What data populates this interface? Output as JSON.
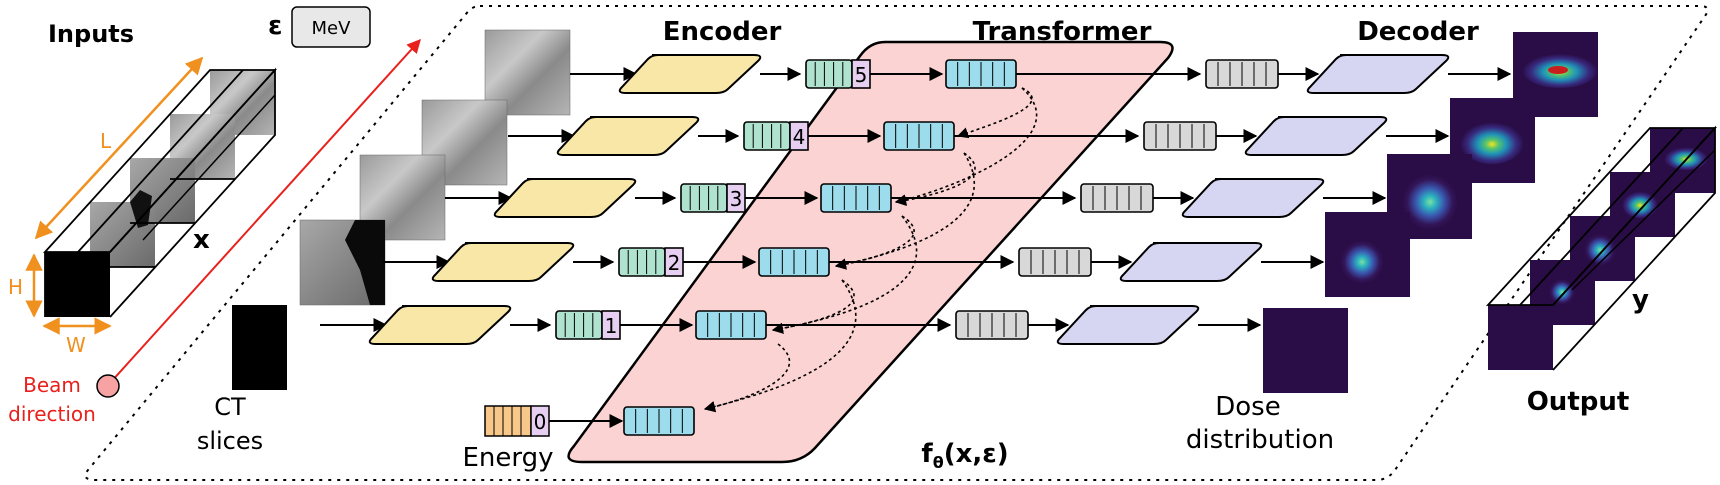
{
  "labels": {
    "inputs": "Inputs",
    "energy_symbol": "ε",
    "energy_unit": "MeV",
    "encoder": "Encoder",
    "transformer": "Transformer",
    "decoder": "Decoder",
    "x_var": "x",
    "y_var": "y",
    "L": "L",
    "H": "H",
    "W": "W",
    "beam_line1": "Beam",
    "beam_line2": "direction",
    "ct_line1": "CT",
    "ct_line2": "slices",
    "energy": "Energy",
    "function": "fθ(x,ε)",
    "dose_line1": "Dose",
    "dose_line2": "distribution",
    "output": "Output"
  },
  "token_indices": [
    "0",
    "1",
    "2",
    "3",
    "4",
    "5"
  ],
  "colors": {
    "encoder_fill": "#f9e7a7",
    "decoder_fill": "#d6d5f2",
    "transformer_fill": "#fcd3d3",
    "token_embed_fill": "#b0e3cf",
    "token_index_fill": "#e6cff0",
    "transformer_token_fill": "#9ddcec",
    "decoder_token_fill": "#d8d8d8",
    "energy_token_fill": "#f7c889",
    "dims_color": "#f0901f",
    "beam_color": "#e8211c",
    "dose_background": "#2a0c46"
  }
}
